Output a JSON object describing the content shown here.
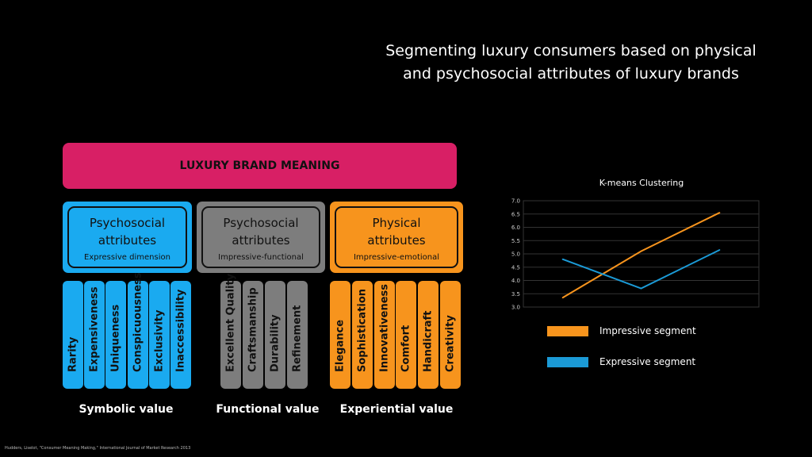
{
  "title": {
    "line1": "Segmenting luxury consumers based on physical",
    "line2": "and psychosocial attributes of luxury brands"
  },
  "brand_bar": {
    "label": "LUXURY BRAND MEANING",
    "color": "#d81f65"
  },
  "groups": [
    {
      "title_line1": "Psychosocial",
      "title_line2": "attributes",
      "subtitle": "Expressive dimension",
      "color": "#1aaaf0",
      "attributes": [
        "Rarity",
        "Expensiveness",
        "Uniqueness",
        "Conspicuousness",
        "Exclusivity",
        "Inaccessibility"
      ],
      "value_label": "Symbolic value"
    },
    {
      "title_line1": "Psychosocial",
      "title_line2": "attributes",
      "subtitle": "Impressive-functional",
      "color": "#7d7d7d",
      "attributes": [
        "Excellent Quality",
        "Craftsmanship",
        "Durability",
        "Refinement"
      ],
      "value_label": "Functional value"
    },
    {
      "title_line1": "Physical",
      "title_line2": "attributes",
      "subtitle": "Impressive-emotional",
      "color": "#f7941d",
      "attributes": [
        "Elegance",
        "Sophistication",
        "Innovativeness",
        "Comfort",
        "Handicraft",
        "Creativity"
      ],
      "value_label": "Experiential value"
    }
  ],
  "citation": "Hudders, Liselot, \"Consumer Meaning Making,\" International Journal of Market Research 2013",
  "chart_data": {
    "type": "line",
    "title": "K-means Clustering",
    "x": [
      1,
      2,
      3
    ],
    "ylim": [
      3.0,
      7.0
    ],
    "yticks": [
      "3.0",
      "3.5",
      "4.0",
      "4.5",
      "5.0",
      "5.5",
      "6.0",
      "6.5",
      "7.0"
    ],
    "grid": true,
    "legend_position": "bottom",
    "series": [
      {
        "name": "Impressive segment",
        "color": "#f7941d",
        "values": [
          3.35,
          5.1,
          6.55
        ]
      },
      {
        "name": "Expressive segment",
        "color": "#1b9ad6",
        "values": [
          4.8,
          3.7,
          5.15
        ]
      }
    ]
  }
}
